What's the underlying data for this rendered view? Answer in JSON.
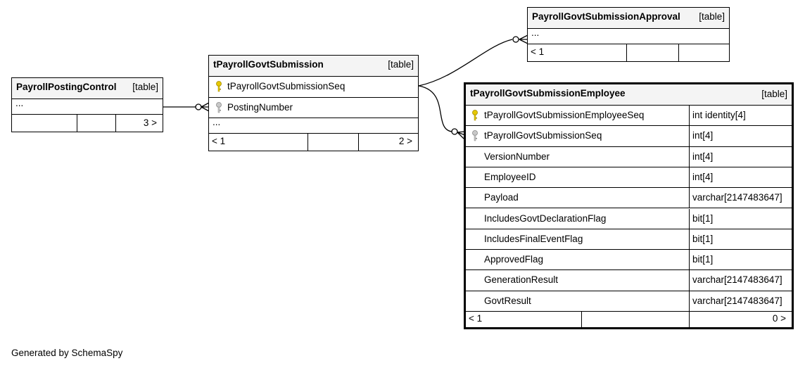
{
  "tables": {
    "posting_control": {
      "name": "PayrollPostingControl",
      "type": "[table]",
      "ellipsis": "...",
      "footer_right": "3 >"
    },
    "submission": {
      "name": "tPayrollGovtSubmission",
      "type": "[table]",
      "columns": [
        "tPayrollGovtSubmissionSeq",
        "PostingNumber"
      ],
      "ellipsis": "...",
      "footer_left": "< 1",
      "footer_right": "2 >"
    },
    "approval": {
      "name": "PayrollGovtSubmissionApproval",
      "type": "[table]",
      "ellipsis": "...",
      "footer_left": "< 1"
    },
    "employee": {
      "name": "tPayrollGovtSubmissionEmployee",
      "type": "[table]",
      "columns": [
        {
          "name": "tPayrollGovtSubmissionEmployeeSeq",
          "datatype": "int identity[4]"
        },
        {
          "name": "tPayrollGovtSubmissionSeq",
          "datatype": "int[4]"
        },
        {
          "name": "VersionNumber",
          "datatype": "int[4]"
        },
        {
          "name": "EmployeeID",
          "datatype": "int[4]"
        },
        {
          "name": "Payload",
          "datatype": "varchar[2147483647]"
        },
        {
          "name": "IncludesGovtDeclarationFlag",
          "datatype": "bit[1]"
        },
        {
          "name": "IncludesFinalEventFlag",
          "datatype": "bit[1]"
        },
        {
          "name": "ApprovedFlag",
          "datatype": "bit[1]"
        },
        {
          "name": "GenerationResult",
          "datatype": "varchar[2147483647]"
        },
        {
          "name": "GovtResult",
          "datatype": "varchar[2147483647]"
        }
      ],
      "footer_left": "< 1",
      "footer_right": "0 >"
    }
  },
  "key_colors": {
    "primary": "#e6c800",
    "foreign": "#b8b8b8"
  },
  "footer_text": "Generated by SchemaSpy"
}
